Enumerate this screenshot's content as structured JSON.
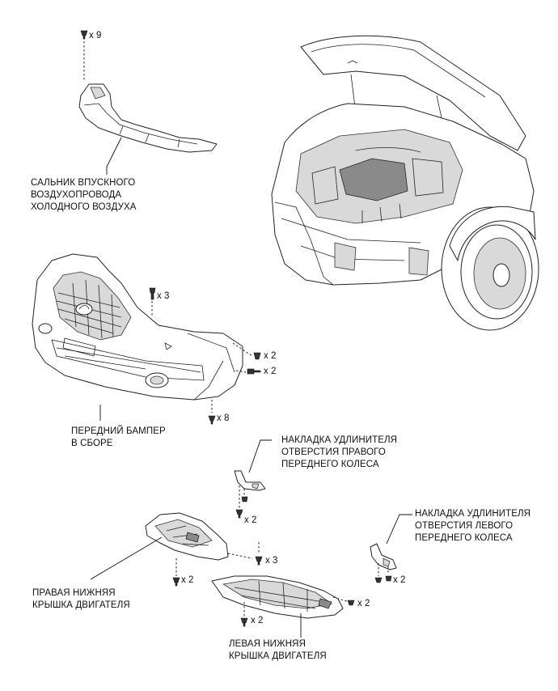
{
  "labels": {
    "cold_air_intake_seal": "САЛЬНИК ВПУСКНОГО\nВОЗДУХОПРОВОДА\nХОЛОДНОГО ВОЗДУХА",
    "front_bumper_assembly": "ПЕРЕДНИЙ БАМПЕР\nВ СБОРЕ",
    "rh_wheel_opening_extension_pad": "НАКЛАДКА УДЛИНИТЕЛЯ\nОТВЕРСТИЯ ПРАВОГО\nПЕРЕДНЕГО КОЛЕСА",
    "lh_wheel_opening_extension_pad": "НАКЛАДКА УДЛИНИТЕЛЯ\nОТВЕРСТИЯ ЛЕВОГО\nПЕРЕДНЕГО КОЛЕСА",
    "rh_engine_under_cover": "ПРАВАЯ НИЖНЯЯ\nКРЫШКА ДВИГАТЕЛЯ",
    "lh_engine_under_cover": "ЛЕВАЯ НИЖНЯЯ\nКРЫШКА ДВИГАТЕЛЯ"
  },
  "fasteners": {
    "seal_clips": "x 9",
    "bumper_top_screws": "x 3",
    "bumper_side_clips": "x 2",
    "bumper_side_screws": "x 2",
    "bumper_bottom_clips": "x 8",
    "rh_pad_clips": "x 2",
    "lh_pad_clips": "x 2",
    "rh_cover_clips": "x 2",
    "center_clips": "x 3",
    "lh_cover_clips_right": "x 2",
    "lh_cover_clips_bottom": "x 2"
  },
  "icons": [
    "clip-icon",
    "screw-icon",
    "bolt-icon"
  ]
}
